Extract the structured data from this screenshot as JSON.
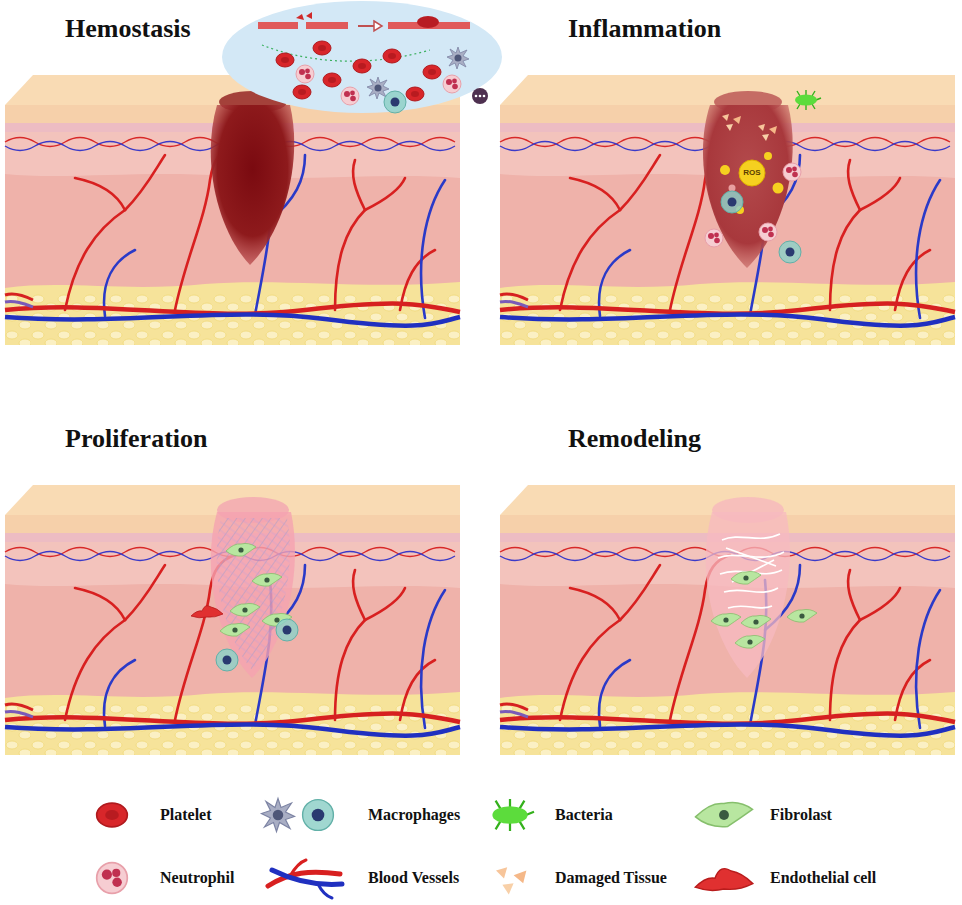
{
  "diagram": {
    "labels": [
      "Hemostasis",
      "Inflammation",
      "Proliferation",
      "Remodeling",
      "ROS"
    ],
    "legend": [
      {
        "text": "Platelet"
      },
      {
        "text": "Macrophages"
      },
      {
        "text": "Bacteria"
      },
      {
        "text": "Fibrolast"
      },
      {
        "text": "Neutrophil"
      },
      {
        "text": "Blood Vessels"
      },
      {
        "text": "Damaged Tissue"
      },
      {
        "text": "Endothelial cell"
      }
    ]
  }
}
